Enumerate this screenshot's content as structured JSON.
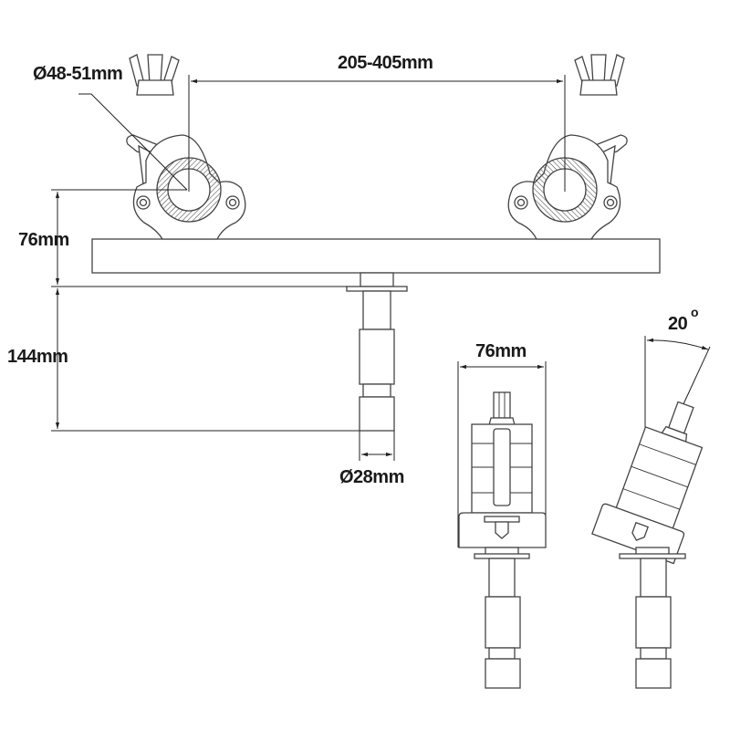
{
  "drawing": {
    "title": "Truss clamp adapter dimension drawing",
    "background": "#ffffff",
    "line_color": "#333333",
    "dimensions": {
      "tube_diameter": "Ø48-51mm",
      "clamp_spacing": "205-405mm",
      "clamp_height": "76mm",
      "spigot_length": "144mm",
      "spigot_diameter": "Ø28mm",
      "side_view_width": "76mm",
      "tilt_angle_value": "20",
      "tilt_angle_unit": "o"
    },
    "views": [
      {
        "name": "front-view",
        "parts": [
          "left-half-coupler",
          "right-half-coupler",
          "crossbar",
          "spigot"
        ]
      },
      {
        "name": "side-view",
        "parts": [
          "coupler-side",
          "bracket",
          "spigot"
        ]
      },
      {
        "name": "side-view-tilted",
        "parts": [
          "coupler-tilted",
          "bracket-tilted",
          "spigot"
        ]
      }
    ]
  }
}
